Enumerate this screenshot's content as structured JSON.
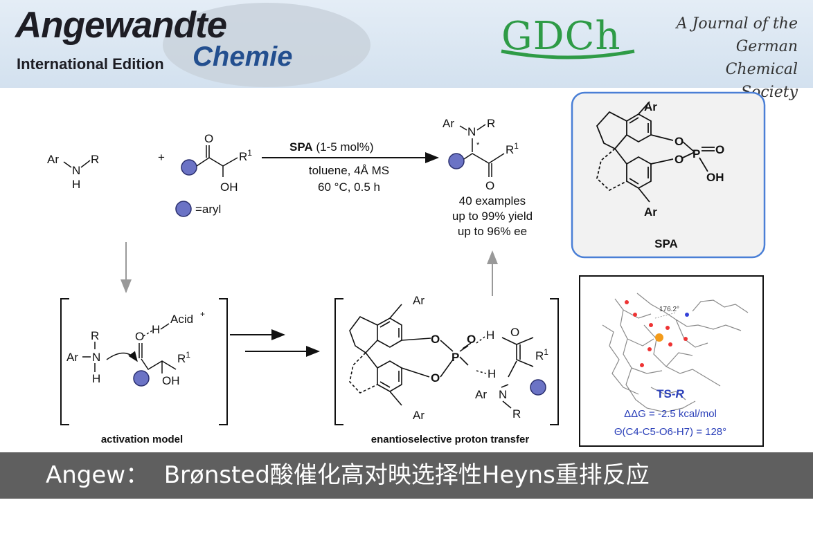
{
  "header": {
    "journal_title": "Angewandte",
    "edition": "International Edition",
    "journal_subtitle": "Chemie",
    "society_logo": "GDCh",
    "society_lines": [
      "A Journal of the",
      "German",
      "Chemical Society"
    ]
  },
  "reaction": {
    "amine": {
      "ar": "Ar",
      "n": "N",
      "r": "R",
      "h": "H"
    },
    "plus": "+",
    "ketone": {
      "o": "O",
      "r1": "R",
      "r1_sup": "1",
      "oh": "OH"
    },
    "legend": "=aryl",
    "catalyst_label": "SPA",
    "catalyst_loading": " (1-5 mol%)",
    "conditions": [
      "toluene, 4Å MS",
      "60 °C, 0.5 h"
    ],
    "product": {
      "ar": "Ar",
      "n": "N",
      "r": "R",
      "star": "*",
      "r1": "R",
      "r1_sup": "1",
      "o": "O"
    },
    "results": [
      "40 examples",
      "up to 99% yield",
      "up to 96% ee"
    ]
  },
  "spa_box": {
    "ar_top": "Ar",
    "ar_bottom": "Ar",
    "o1": "O",
    "o2": "O",
    "p": "P",
    "o3": "O",
    "oh": "OH",
    "label": "SPA"
  },
  "activation_model": {
    "r": "R",
    "ar": "Ar",
    "n": "N",
    "h_n": "H",
    "o": "O",
    "h": "H",
    "acid": "Acid",
    "plus": "+",
    "r1": "R",
    "r1_sup": "1",
    "oh": "OH",
    "label": "activation model"
  },
  "proton_transfer": {
    "ar_top": "Ar",
    "ar_bottom": "Ar",
    "o1": "O",
    "o2": "O",
    "p": "P",
    "o_dbl": "O",
    "h1": "H",
    "o_enol": "O",
    "h2": "H",
    "r1": "R",
    "r1_sup": "1",
    "ar_n": "Ar",
    "n": "N",
    "r": "R",
    "label": "enantioselective proton transfer"
  },
  "ts_box": {
    "angle_label": "176.2°",
    "title": "TS-",
    "title_italic": "R",
    "ddg": "ΔΔG = -2.5 kcal/mol",
    "theta": "Θ(C4-C5-O6-H7) = 128°"
  },
  "footer": {
    "text": "Angew：  Brønsted酸催化高对映选择性Heyns重排反应"
  },
  "colors": {
    "aryl_circle": "#6b73c5",
    "accent_blue": "#2a3fb9",
    "spa_border": "#4a7fd6",
    "header_bg": "#dbe6f1",
    "footer_bg": "#5f5f5f",
    "gdch_green": "#2e9b46",
    "chemie_blue": "#234f8f"
  }
}
